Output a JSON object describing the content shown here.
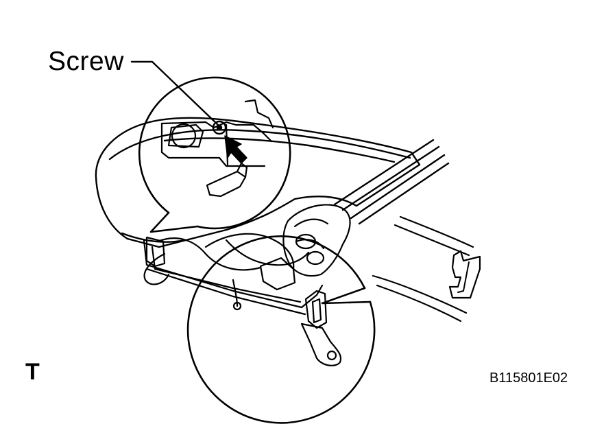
{
  "labels": {
    "screw": "Screw",
    "view": "T",
    "figure_code": "B115801E02"
  },
  "colors": {
    "line": "#000000",
    "background": "#ffffff"
  },
  "icons": {
    "pointer": "arrow-icon"
  }
}
